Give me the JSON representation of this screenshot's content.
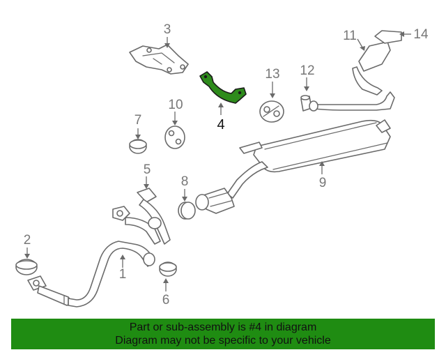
{
  "diagram": {
    "callouts": [
      {
        "id": "1",
        "label": "1"
      },
      {
        "id": "2",
        "label": "2"
      },
      {
        "id": "3",
        "label": "3"
      },
      {
        "id": "4",
        "label": "4"
      },
      {
        "id": "5",
        "label": "5"
      },
      {
        "id": "6",
        "label": "6"
      },
      {
        "id": "7",
        "label": "7"
      },
      {
        "id": "8",
        "label": "8"
      },
      {
        "id": "9",
        "label": "9"
      },
      {
        "id": "10",
        "label": "10"
      },
      {
        "id": "11",
        "label": "11"
      },
      {
        "id": "12",
        "label": "12"
      },
      {
        "id": "13",
        "label": "13"
      },
      {
        "id": "14",
        "label": "14"
      }
    ],
    "highlighted_part": "4",
    "highlight_color": "#2e8b1c"
  },
  "banner": {
    "line1": "Part or sub-assembly is #4 in diagram",
    "line2": "Diagram may not be specific to your vehicle",
    "background": "#1f8c12"
  }
}
